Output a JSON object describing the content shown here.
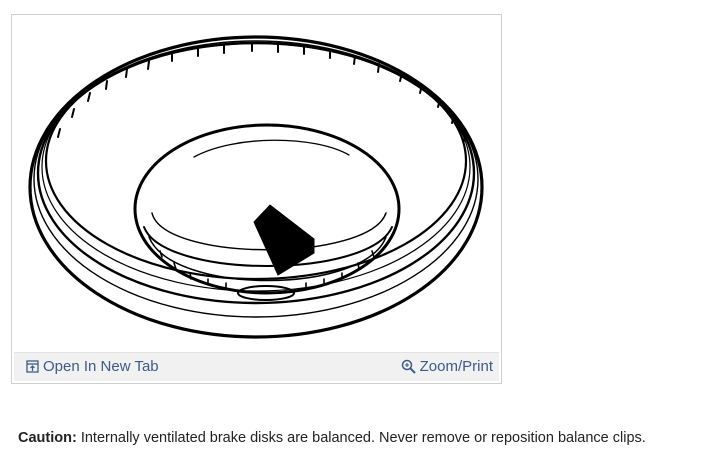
{
  "figure": {
    "open_new_tab_label": "Open In New Tab",
    "zoom_print_label": "Zoom/Print"
  },
  "caption": {
    "label": "Caution:",
    "text": " Internally ventilated brake disks are balanced. Never remove or reposition balance clips."
  },
  "colors": {
    "link": "#3c5a8a",
    "footer_bg": "#f1f1f1"
  }
}
